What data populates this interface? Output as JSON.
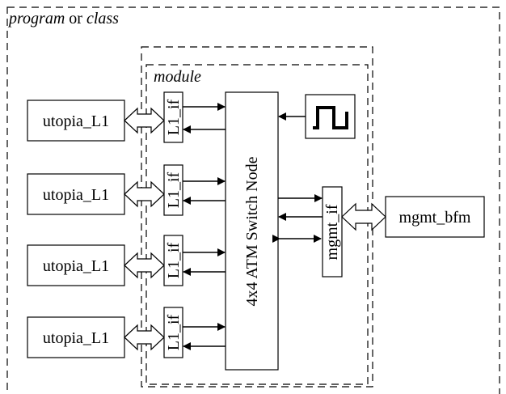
{
  "outer": {
    "title_emph1": "program",
    "title_mid": " or ",
    "title_emph2": "class"
  },
  "module": {
    "label": "module"
  },
  "switch": {
    "label": "4x4 ATM Switch Node"
  },
  "utopia": [
    {
      "label": "utopia_L1"
    },
    {
      "label": "utopia_L1"
    },
    {
      "label": "utopia_L1"
    },
    {
      "label": "utopia_L1"
    }
  ],
  "l1_if": [
    {
      "label": "L1_if"
    },
    {
      "label": "L1_if"
    },
    {
      "label": "L1_if"
    },
    {
      "label": "L1_if"
    }
  ],
  "mgmt": {
    "if_label": "mgmt_if",
    "bfm_label": "mgmt_bfm"
  },
  "clock": {
    "icon": "clock-waveform-icon"
  }
}
